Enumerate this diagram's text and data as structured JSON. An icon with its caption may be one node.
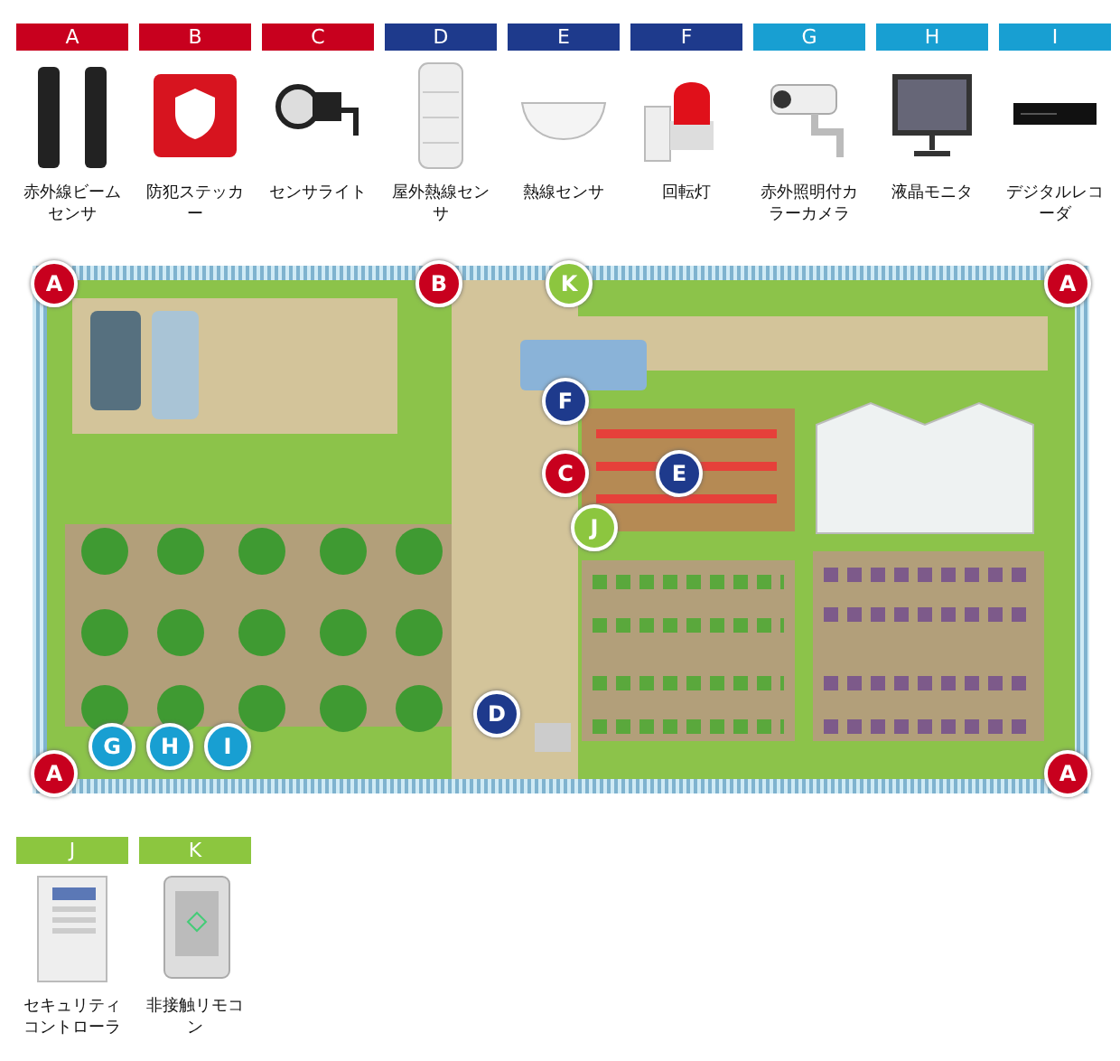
{
  "diagram": {
    "nodes": [
      {
        "text": [
          "A",
          "赤外線ビームセンサ"
        ]
      },
      {
        "text": [
          "B",
          "防犯ステッカー"
        ]
      },
      {
        "text": [
          "C",
          "センサライト"
        ]
      },
      {
        "text": [
          "D",
          "屋外熱線センサ"
        ]
      },
      {
        "text": [
          "E",
          "熱線センサ"
        ]
      },
      {
        "text": [
          "F",
          "回転灯"
        ]
      },
      {
        "text": [
          "G",
          "赤外照明付カラーカメラ"
        ]
      },
      {
        "text": [
          "H",
          "液晶モニタ"
        ]
      },
      {
        "text": [
          "I",
          "デジタルレコーダ"
        ]
      },
      {
        "text": [
          "J",
          "セキュリティコントローラ"
        ]
      },
      {
        "text": [
          "K",
          "非接触リモコン"
        ]
      },
      {
        "text": [
          "A"
        ]
      },
      {
        "text": [
          "B"
        ]
      },
      {
        "text": [
          "K"
        ]
      },
      {
        "text": [
          "A"
        ]
      },
      {
        "text": [
          "F"
        ]
      },
      {
        "text": [
          "C"
        ]
      },
      {
        "text": [
          "E"
        ]
      },
      {
        "text": [
          "J"
        ]
      },
      {
        "text": [
          "D"
        ]
      },
      {
        "text": [
          "A"
        ]
      },
      {
        "text": [
          "G"
        ]
      },
      {
        "text": [
          "H"
        ]
      },
      {
        "text": [
          "I"
        ]
      },
      {
        "text": [
          "A"
        ]
      }
    ]
  }
}
